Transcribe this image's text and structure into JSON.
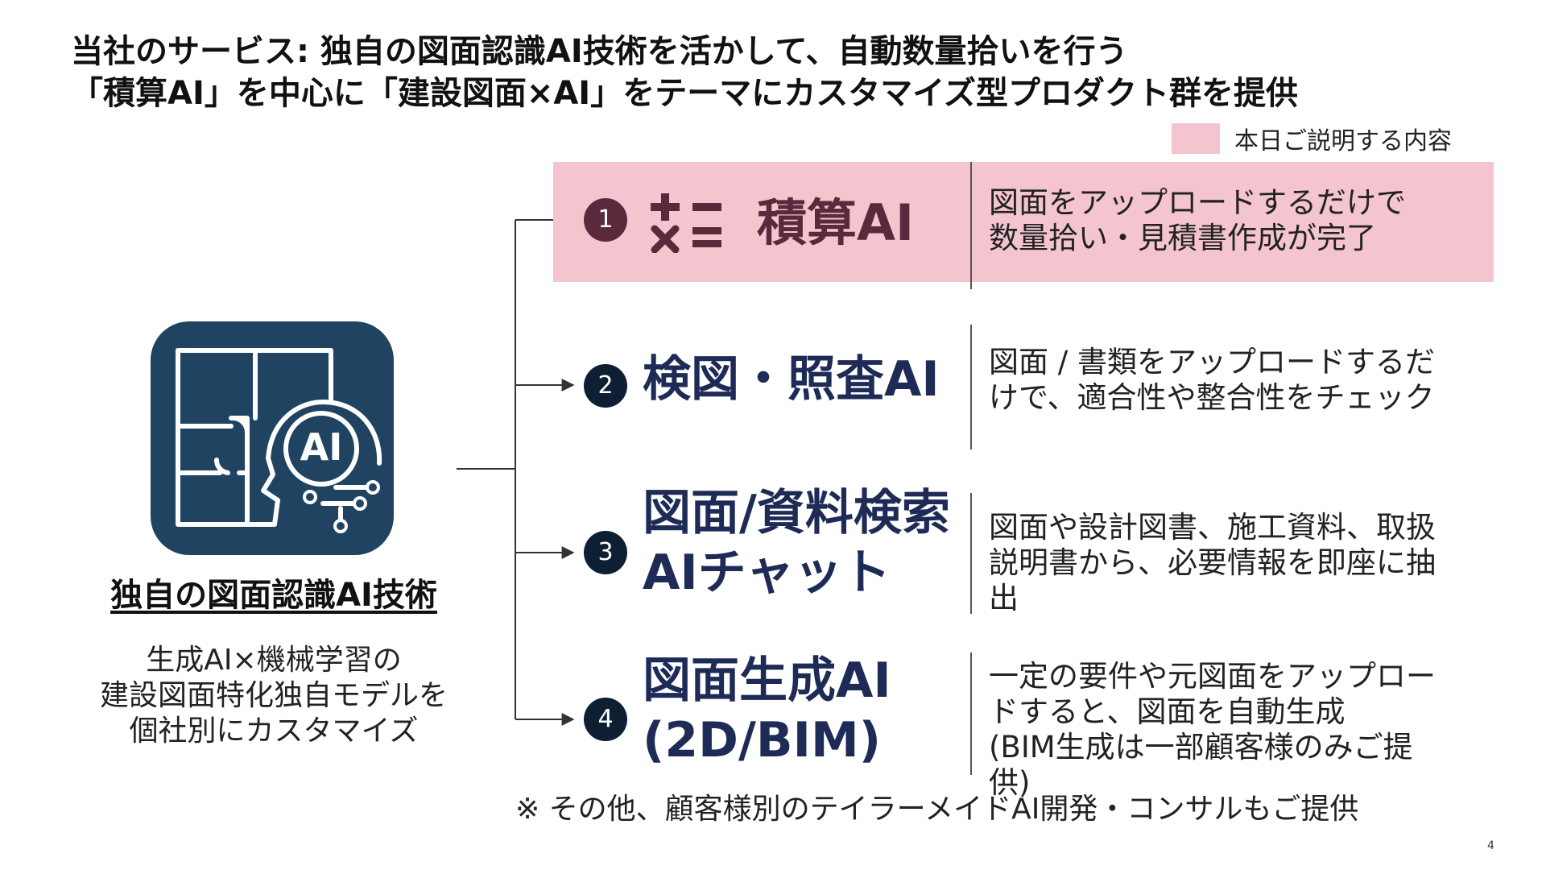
{
  "title": {
    "line1": "当社のサービス: 独自の図面認識AI技術を活かして、自動数量拾いを行う",
    "line2": "「積算AI」を中心に「建設図面×AI」をテーマにカスタマイズ型プロダクト群を提供"
  },
  "legend": {
    "label": "本日ご説明する内容",
    "color": "#f4c4cf"
  },
  "technology": {
    "logo_icon": "floorplan-ai-head-icon",
    "logo_text": "AI",
    "label": "独自の図面認識AI技術",
    "description": [
      "生成AI×機械学習の",
      "建設図面特化独自モデルを",
      "個社別にカスタマイズ"
    ]
  },
  "services": [
    {
      "number": "1",
      "icon": "calculator-icon",
      "name": [
        "積算AI"
      ],
      "description": [
        "図面をアップロードするだけで",
        "数量拾い・見積書作成が完了"
      ],
      "highlighted": true
    },
    {
      "number": "2",
      "name": [
        "検図・照査AI"
      ],
      "description": [
        "図面 / 書類をアップロードするだ",
        "けで、適合性や整合性をチェック"
      ],
      "highlighted": false
    },
    {
      "number": "3",
      "name": [
        "図面/資料検索",
        "AIチャット"
      ],
      "description": [
        "図面や設計図書、施工資料、取扱",
        "説明書から、必要情報を即座に抽",
        "出"
      ],
      "highlighted": false
    },
    {
      "number": "4",
      "name": [
        "図面生成AI",
        "(2D/BIM)"
      ],
      "description": [
        "一定の要件や元図面をアップロー",
        "ドすると、図面を自動生成",
        "(BIM生成は一部顧客様のみご提",
        "供)"
      ],
      "highlighted": false
    }
  ],
  "footnote": "※ その他、顧客様別のテイラーメイドAI開発・コンサルもご提供",
  "page_number": "4",
  "colors": {
    "navy": "#1e2b57",
    "logo_bg": "#1f4360",
    "number_dark": "#0f1f33",
    "number_pink": "#5a2a3c"
  }
}
